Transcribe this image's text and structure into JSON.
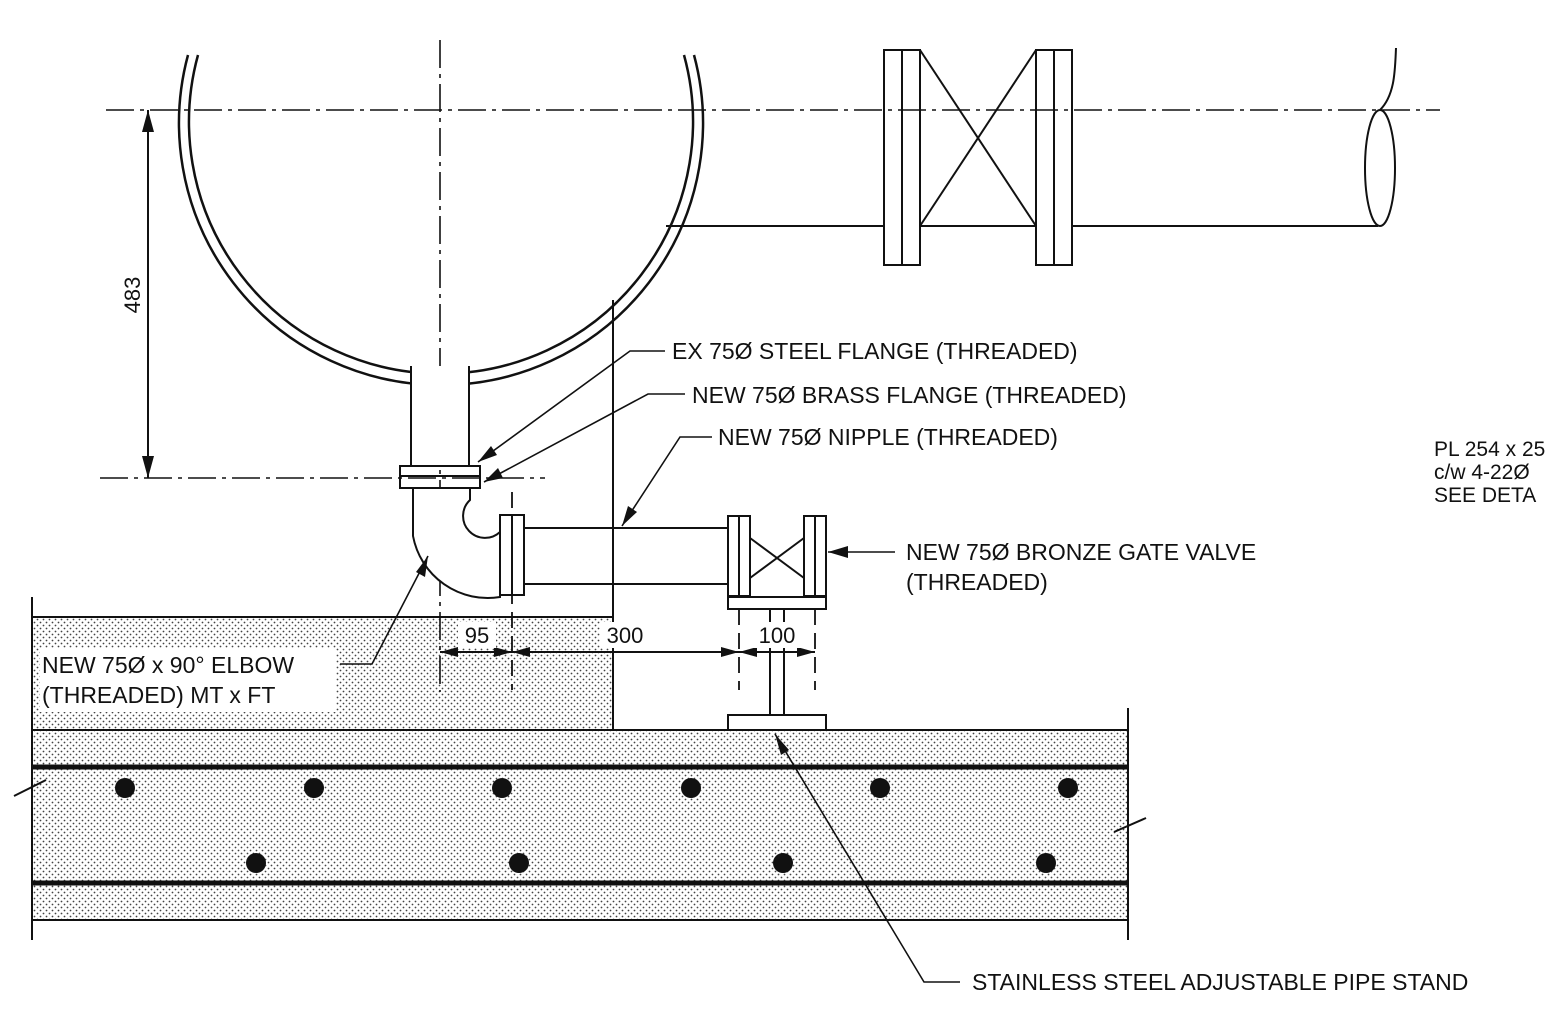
{
  "labels": {
    "ex_flange": "EX 75Ø STEEL FLANGE (THREADED)",
    "new_flange": "NEW 75Ø BRASS FLANGE (THREADED)",
    "nipple": "NEW 75Ø NIPPLE (THREADED)",
    "valve_line1": "NEW 75Ø BRONZE GATE VALVE",
    "valve_line2": "(THREADED)",
    "elbow_line1": "NEW 75Ø x 90° ELBOW",
    "elbow_line2": "(THREADED) MT x FT",
    "pipe_stand": "STAINLESS STEEL ADJUSTABLE PIPE STAND"
  },
  "side_note": {
    "line1": "PL 254 x 25",
    "line2": "c/w 4-22Ø",
    "line3": "SEE DETA"
  },
  "dimensions": {
    "vertical": "483",
    "d1": "95",
    "d2": "300",
    "d3": "100"
  }
}
